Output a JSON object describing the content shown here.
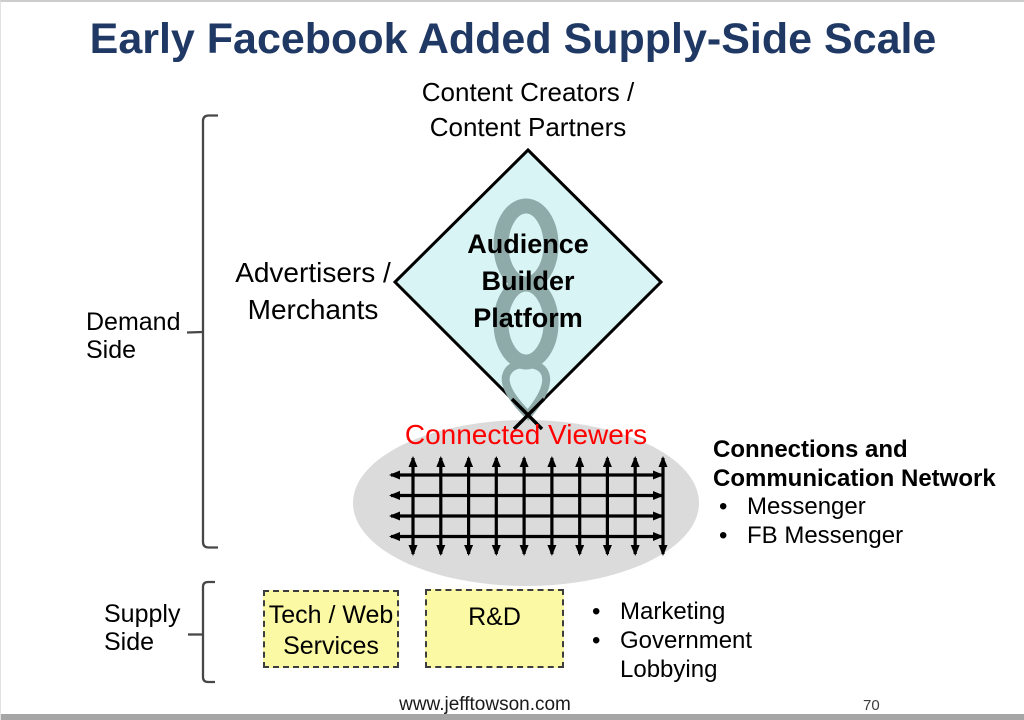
{
  "slide": {
    "title": "Early Facebook Added Supply-Side Scale",
    "footer": {
      "url": "www.jefftowson.com",
      "page_number": "70"
    }
  },
  "diagram": {
    "top_label": {
      "line1": "Content Creators /",
      "line2": "Content Partners"
    },
    "left_label": {
      "line1": "Advertisers /",
      "line2": "Merchants"
    },
    "demand_side": {
      "line1": "Demand",
      "line2": "Side"
    },
    "supply_side": {
      "line1": "Supply",
      "line2": "Side"
    },
    "diamond": {
      "line1": "Audience",
      "line2": "Builder",
      "line3": "Platform"
    },
    "connected_viewers": {
      "label": "Connected Viewers"
    },
    "network_note": {
      "title_line1": "Connections and",
      "title_line2": "Communication Network",
      "bullets": [
        "Messenger",
        "FB Messenger"
      ]
    },
    "supply_boxes": [
      {
        "line1": "Tech / Web",
        "line2": "Services"
      },
      {
        "line1": "R&D"
      }
    ],
    "supply_bullets": [
      "Marketing",
      "Government Lobbying"
    ],
    "icons": [
      "infinity-chain-icon",
      "network-grid-icon",
      "demand-bracket-icon",
      "supply-bracket-icon"
    ],
    "colors": {
      "title": "#1F3864",
      "diamond_fill": "#D8F4F5",
      "diamond_border": "#000000",
      "infinity_chain": "#8FABA9",
      "ellipse_gray": "#DBDBDB",
      "grid_arrows": "#000000",
      "highlight_red": "#FF0000",
      "box_yellow": "#FBF9A3",
      "bracket_gray": "#474747"
    }
  }
}
